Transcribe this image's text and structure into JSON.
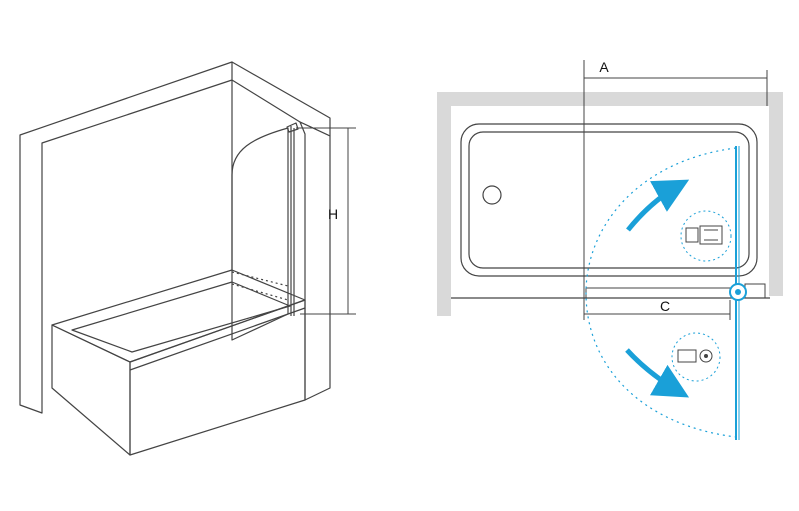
{
  "labels": {
    "height": "H",
    "width_a": "A",
    "width_c": "C"
  },
  "colors": {
    "line": "#444444",
    "wall": "#d9d9d9",
    "accent": "#1aa0d8"
  },
  "icons": {
    "open_arrow": "curved-arrow-icon",
    "close_arrow": "curved-arrow-icon",
    "hinge_top": "hinge-detail-icon",
    "hinge_bottom": "hinge-detail-icon"
  }
}
